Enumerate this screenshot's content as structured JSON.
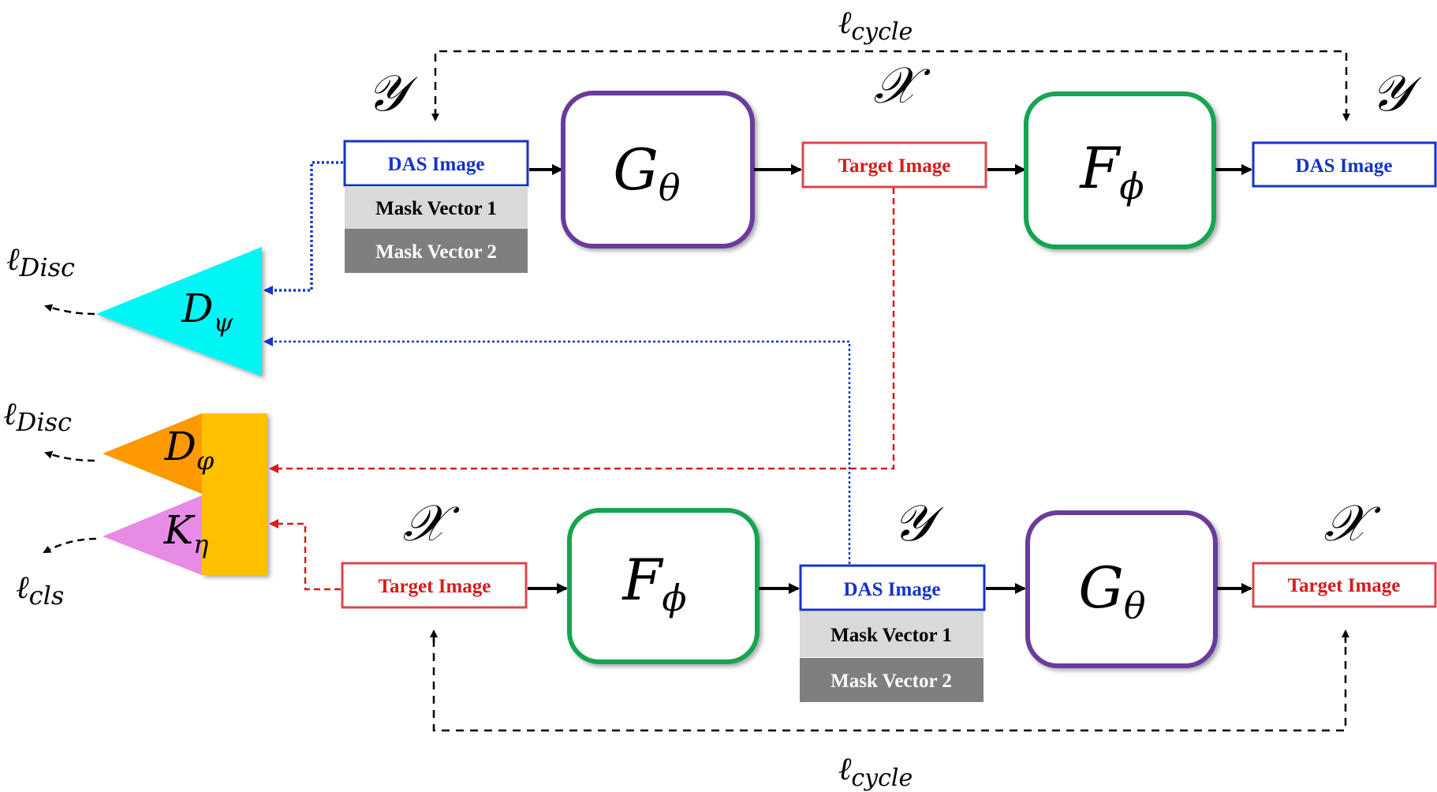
{
  "colors": {
    "das": "#1434c8",
    "target": "#d61c1c",
    "target_border": "#d9484a",
    "generator_G": "#6a3a9c",
    "generator_F": "#18a452",
    "mask1_bg": "#d9d9d9",
    "mask2_bg": "#7f7f7f",
    "disc_psi": "#00f5f5",
    "disc_phi": "#ff9900",
    "classifier": "#e88be6",
    "shared_block": "#ffc000",
    "blue_dotted": "#1434c8",
    "red_dashed": "#d61c1c"
  },
  "top_row": {
    "input_domain": "𝒴",
    "input_box": "DAS Image",
    "mask1": "Mask Vector 1",
    "mask2": "Mask Vector 2",
    "generator1": {
      "symbol": "G",
      "sub": "θ"
    },
    "mid_domain": "𝒳",
    "mid_box": "Target Image",
    "generator2": {
      "symbol": "F",
      "sub": "ϕ"
    },
    "output_domain": "𝒴",
    "output_box": "DAS Image",
    "cycle_loss": {
      "symbol": "ℓ",
      "sub": "cycle"
    }
  },
  "bottom_row": {
    "input_domain": "𝒳",
    "input_box": "Target Image",
    "generator1": {
      "symbol": "F",
      "sub": "ϕ"
    },
    "mid_domain": "𝒴",
    "mid_box": "DAS Image",
    "mask1": "Mask Vector 1",
    "mask2": "Mask Vector 2",
    "generator2": {
      "symbol": "G",
      "sub": "θ"
    },
    "output_domain": "𝒳",
    "output_box": "Target Image",
    "cycle_loss": {
      "symbol": "ℓ",
      "sub": "cycle"
    }
  },
  "discriminators": {
    "d_psi": {
      "symbol": "D",
      "sub": "ψ",
      "loss": {
        "symbol": "ℓ",
        "sub": "Disc"
      }
    },
    "d_phi": {
      "symbol": "D",
      "sub": "φ",
      "loss": {
        "symbol": "ℓ",
        "sub": "Disc"
      }
    },
    "k_eta": {
      "symbol": "K",
      "sub": "η",
      "loss": {
        "symbol": "ℓ",
        "sub": "cls"
      }
    }
  }
}
